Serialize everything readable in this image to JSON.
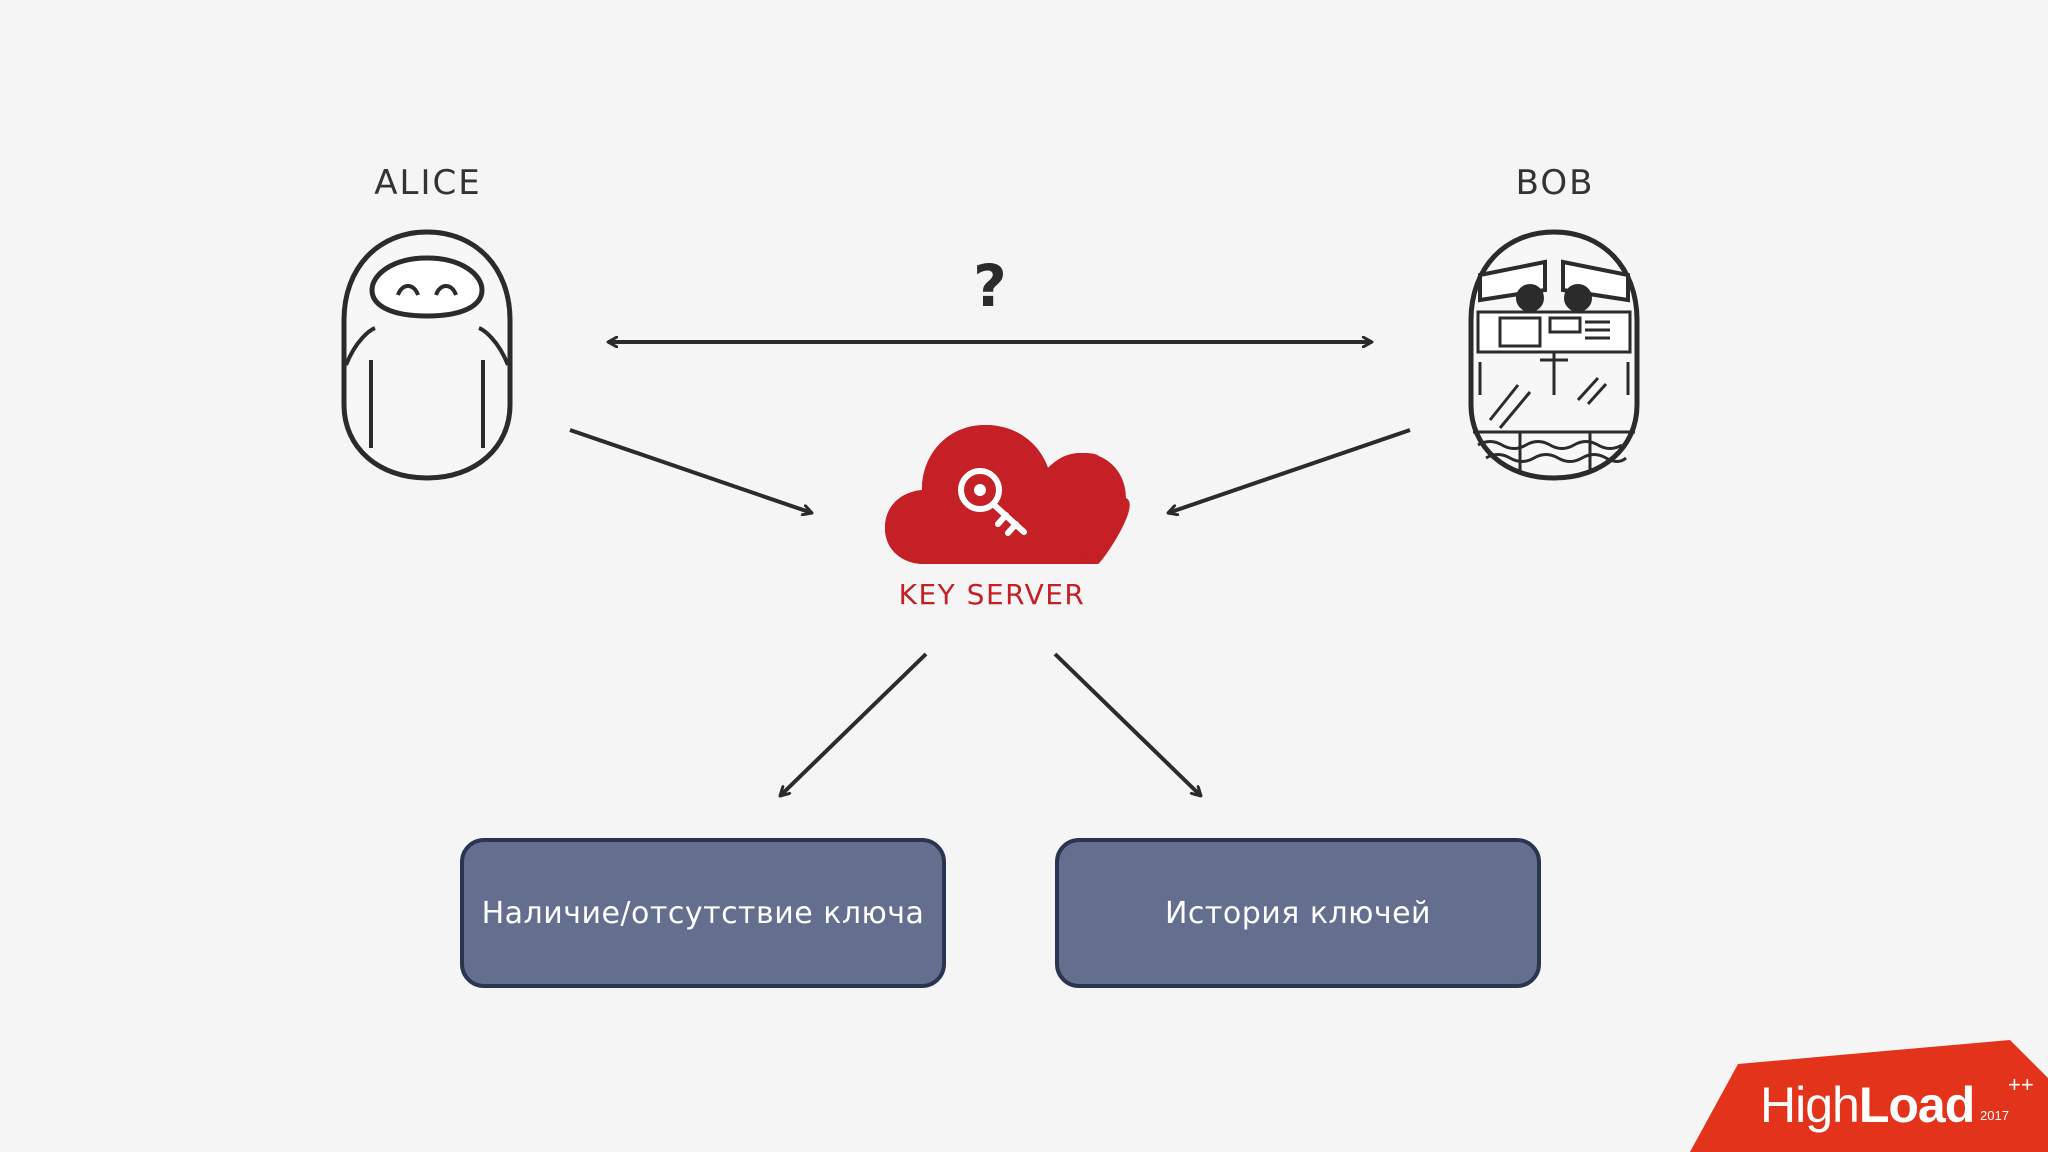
{
  "alice": {
    "label": "ALICE"
  },
  "bob": {
    "label": "BOB"
  },
  "channel": {
    "question": "?"
  },
  "server": {
    "label": "KEY SERVER"
  },
  "boxes": [
    {
      "label": "Наличие/отсутствие ключа"
    },
    {
      "label": "История ключей"
    }
  ],
  "brand": {
    "word_light": "High",
    "word_bold": "Load",
    "sup": "++",
    "year": "2017"
  },
  "colors": {
    "accent_red": "#c42026",
    "box_fill": "#646f8f",
    "box_border": "#2c3550",
    "stroke": "#2b2b2b",
    "background": "#f5f5f6"
  },
  "icons": {
    "server": "cloud-key-icon"
  }
}
